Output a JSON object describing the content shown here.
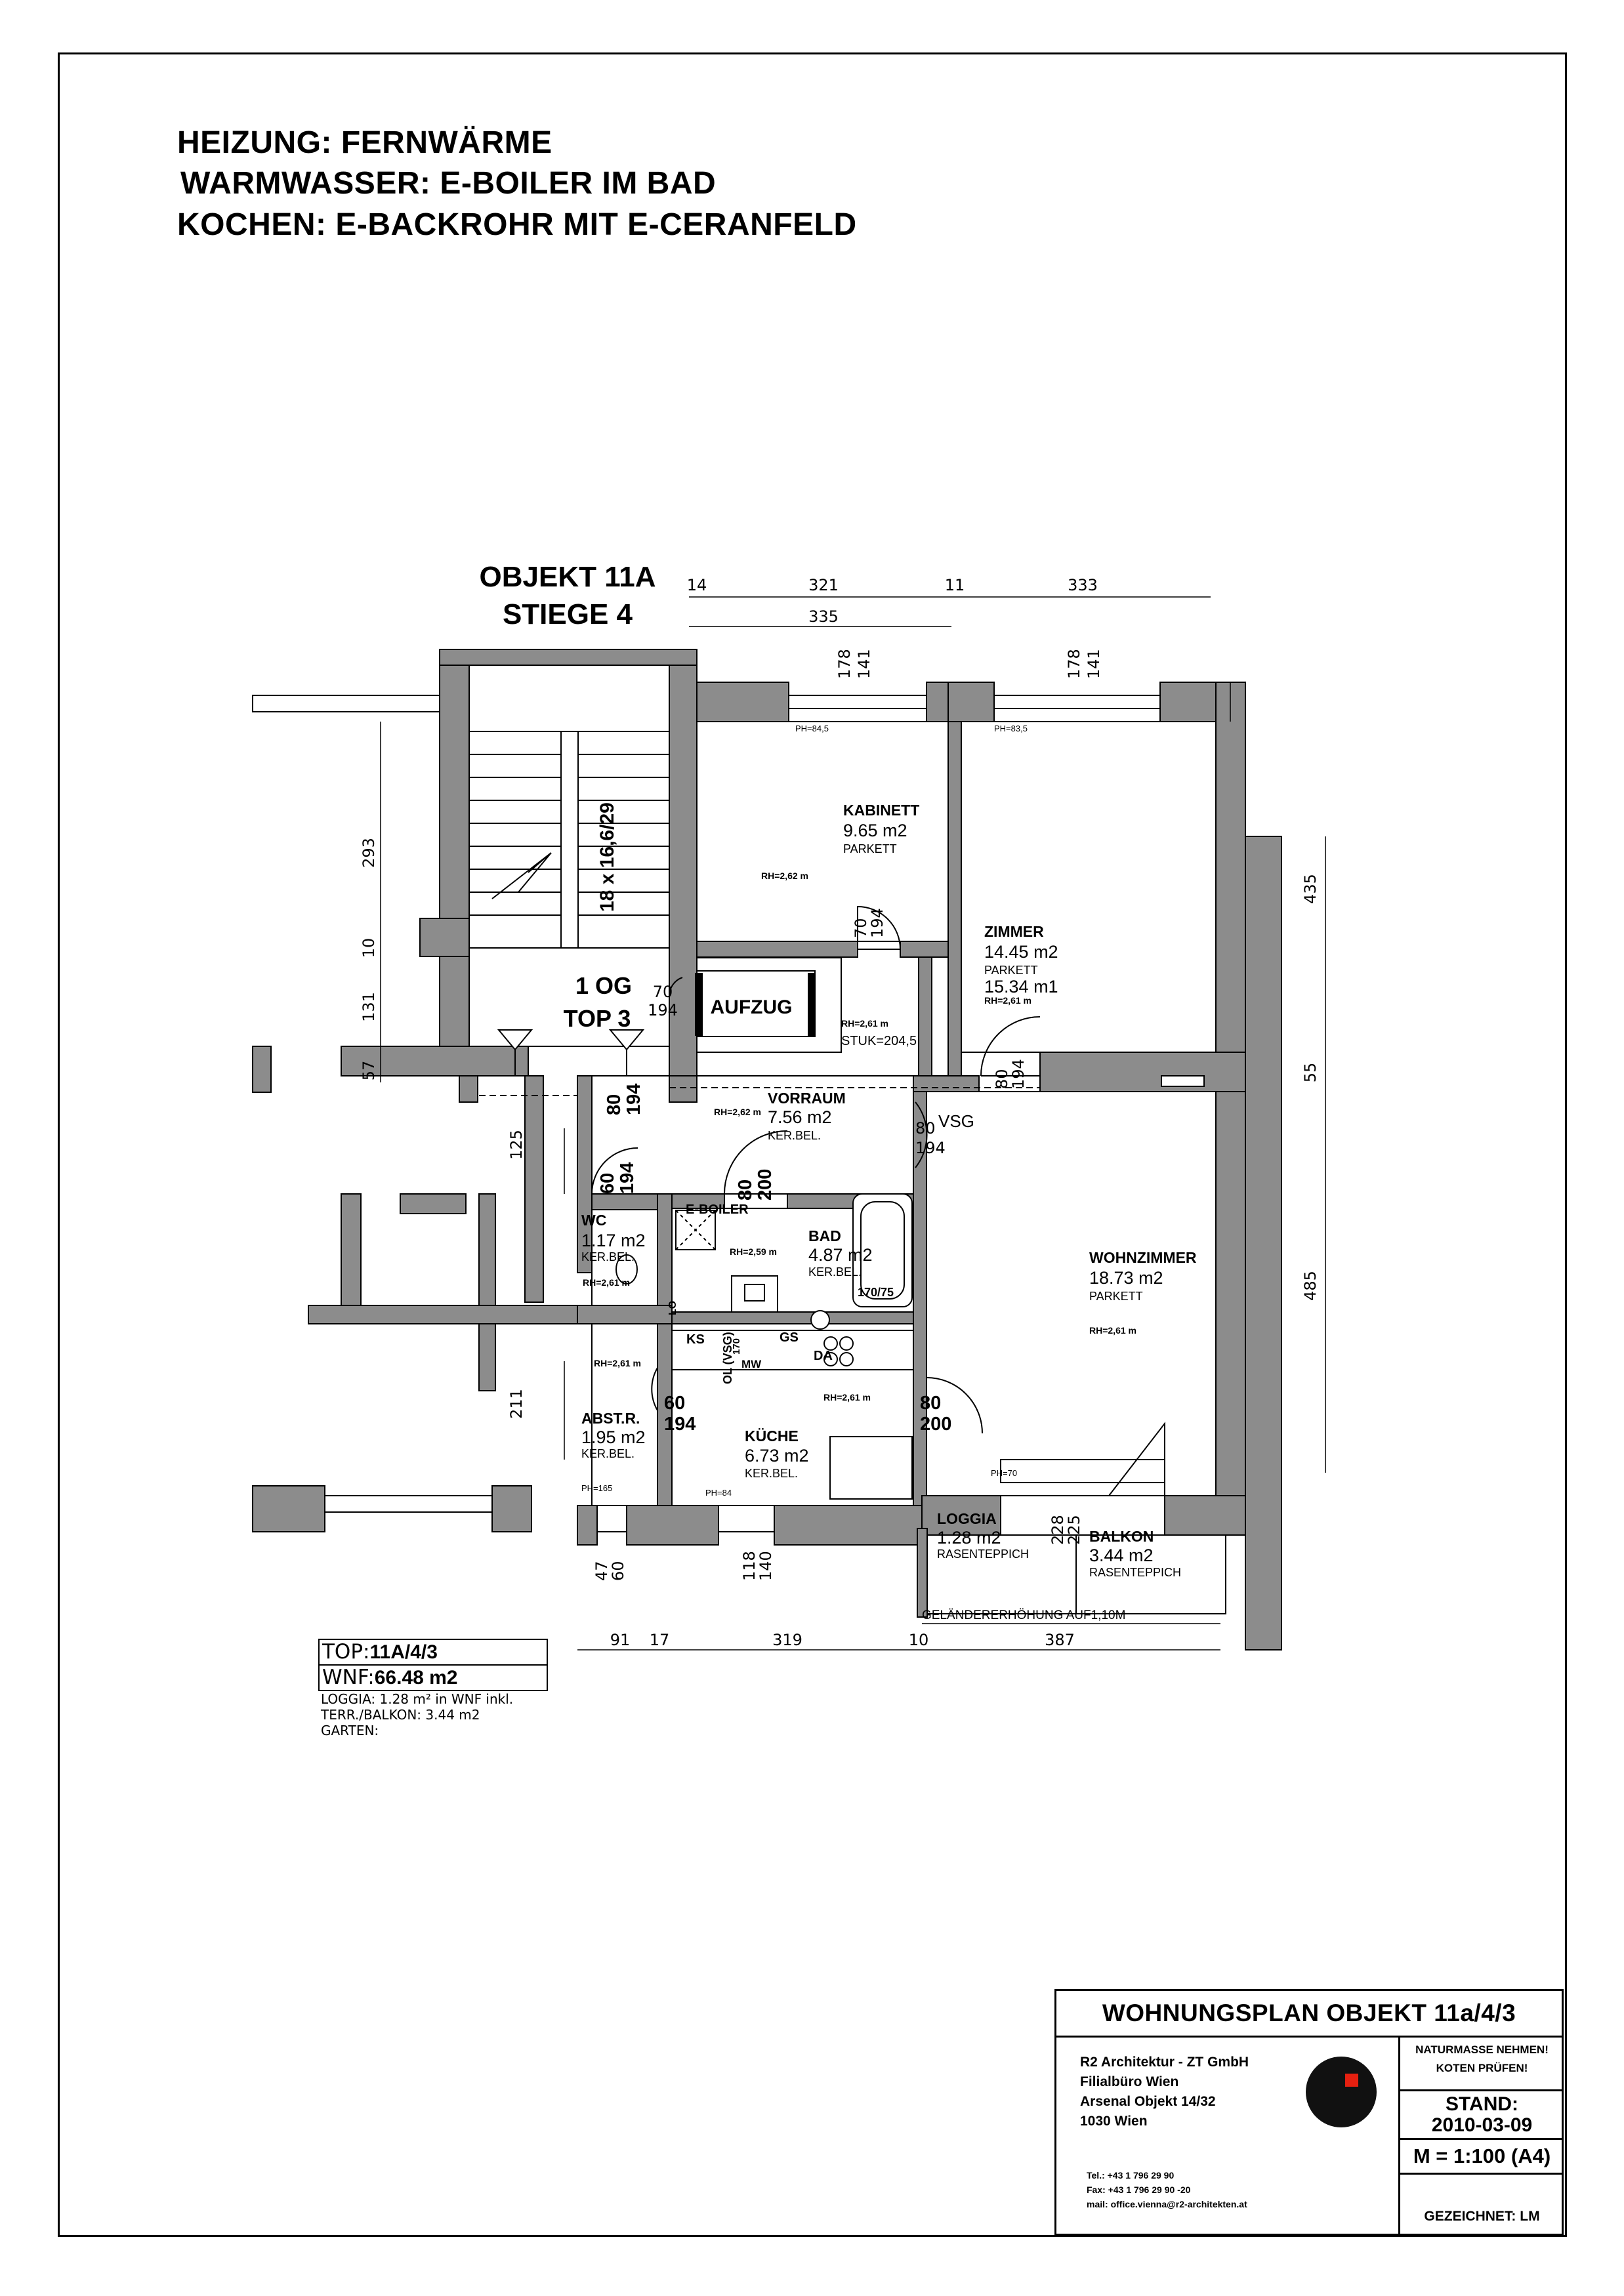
{
  "header": {
    "heating": "HEIZUNG: FERNWÄRME",
    "hot_water": "WARMWASSER: E-BOILER IM BAD",
    "cooking": "KOCHEN: E-BACKROHR MIT E-CERANFELD"
  },
  "object": {
    "name": "OBJEKT 11A",
    "stair": "STIEGE 4"
  },
  "dimensions": {
    "top_row1": [
      "14",
      "321",
      "11",
      "333"
    ],
    "top_row2": "335",
    "window_top_a": [
      "178",
      "141"
    ],
    "window_top_b": [
      "178",
      "141"
    ],
    "left": [
      "293",
      "10",
      "131",
      "57"
    ],
    "left_lower": [
      "125",
      "211"
    ],
    "right": [
      "435",
      "55",
      "485"
    ],
    "bottom_window_a": [
      "47",
      "60"
    ],
    "bottom_window_b": [
      "118",
      "140"
    ],
    "bottom": [
      "91",
      "17",
      "319",
      "10",
      "387"
    ]
  },
  "stairs": {
    "label": "18 x 16,6/29",
    "floor": "1 OG",
    "unit": "TOP 3",
    "elevator": "AUFZUG"
  },
  "rooms": {
    "kabinett": {
      "name": "KABINETT",
      "area": "9.65 m2",
      "floor": "PARKETT",
      "rh": "RH=2,62 m",
      "ph": "PH=84,5"
    },
    "zimmer": {
      "name": "ZIMMER",
      "area": "14.45 m2",
      "floor": "PARKETT",
      "extra": "15.34 m1",
      "rh": "RH=2,61 m",
      "ph": "PH=83,5"
    },
    "vorraum": {
      "name": "VORRAUM",
      "area": "7.56 m2",
      "floor": "KER.BEL.",
      "rh": "RH=2,62 m",
      "rh2": "RH=2,61 m",
      "stuk": "STUK=204,5"
    },
    "wc": {
      "name": "WC",
      "area": "1.17 m2",
      "floor": "KER.BEL.",
      "rh": "RH=2,61 m"
    },
    "bad": {
      "name": "BAD",
      "area": "4.87 m2",
      "floor": "KER.BEL.",
      "rh": "RH=2,59 m",
      "boiler": "E-BOILER",
      "tub": "170/75"
    },
    "wohnzimmer": {
      "name": "WOHNZIMMER",
      "area": "18.73 m2",
      "floor": "PARKETT",
      "rh": "RH=2,61 m"
    },
    "abstr": {
      "name": "ABST.R.",
      "area": "1.95 m2",
      "floor": "KER.BEL.",
      "rh": "RH=2,61 m",
      "ph": "PH=165"
    },
    "kueche": {
      "name": "KÜCHE",
      "area": "6.73 m2",
      "floor": "KER.BEL.",
      "rh": "RH=2,61 m",
      "ph": "PH=84",
      "ks": "KS",
      "gs": "GS",
      "mw": "MW",
      "da": "DA",
      "ol": "OL (VSG)",
      "lo": "LO",
      "h": "170"
    },
    "loggia": {
      "name": "LOGGIA",
      "area": "1.28 m2",
      "floor": "RASENTEPPICH"
    },
    "balkon": {
      "name": "BALKON",
      "area": "3.44 m2",
      "floor": "RASENTEPPICH"
    }
  },
  "doors": {
    "entry": [
      "80",
      "194"
    ],
    "stair_small": [
      "70",
      "194"
    ],
    "kabinett": [
      "70",
      "194"
    ],
    "zimmer": [
      "80",
      "194"
    ],
    "vsg": "VSG",
    "vorraum_right": [
      "80",
      "194"
    ],
    "wc": [
      "60",
      "194"
    ],
    "bad": [
      "80",
      "200"
    ],
    "abstr": [
      "60",
      "194"
    ],
    "kueche": [
      "80",
      "200"
    ]
  },
  "misc": {
    "ph_wohn": "PH=70",
    "balcony_dims": [
      "228",
      "225"
    ],
    "railing": "GELÄNDERERHÖHUNG AUF1,10M"
  },
  "info": {
    "top_label": "TOP:",
    "top_value": "11A/4/3",
    "wnf_label": "WNF:",
    "wnf_value": "66.48 m2",
    "loggia_note": "LOGGIA:  1.28 m² in WNF inkl.",
    "terr_note": "TERR./BALKON:  3.44 m2",
    "garden_note": "GARTEN:"
  },
  "titleblock": {
    "title": "WOHNUNGSPLAN OBJEKT 11a/4/3",
    "office": [
      "R2 Architektur - ZT GmbH",
      "Filialbüro Wien",
      "Arsenal Objekt 14/32",
      "1030 Wien"
    ],
    "contact": [
      "Tel.: +43 1 796 29 90",
      "Fax: +43 1 796 29 90 -20",
      "mail: office.vienna@r2-architekten.at"
    ],
    "note": [
      "NATURMASSE NEHMEN!",
      "KOTEN PRÜFEN!"
    ],
    "stand_label": "STAND:",
    "stand_date": "2010-03-09",
    "scale": "M = 1:100 (A4)",
    "drawn": "GEZEICHNET: LM"
  },
  "colors": {
    "wall": "#8c8c8c",
    "line": "#000000",
    "logo_accent": "#e62010"
  }
}
